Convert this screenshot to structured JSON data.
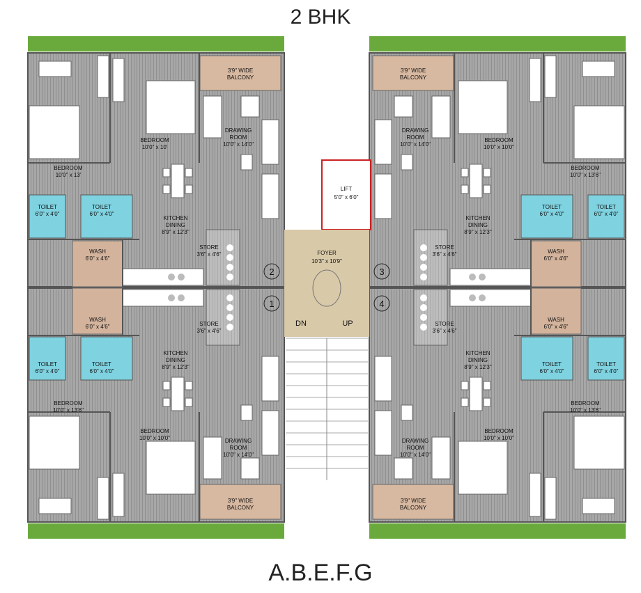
{
  "title": "2 BHK",
  "subtitle": "A.B.E.F.G",
  "units": [
    {
      "number": "2",
      "rooms": {
        "bedroom_master": {
          "name": "BEDROOM",
          "size": "10'0\" x 13'"
        },
        "bedroom": {
          "name": "BEDROOM",
          "size": "10'0\" x 10'"
        },
        "drawing": {
          "name": "DRAWING",
          "name2": "ROOM",
          "size": "10'0\" x 14'0\""
        },
        "balcony": {
          "name": "3'9\" WIDE",
          "name2": "BALCONY"
        },
        "toilet_a": {
          "name": "TOILET",
          "size": "6'0\" x 4'0\""
        },
        "toilet_b": {
          "name": "TOILET",
          "size": "6'0\" x 4'0\""
        },
        "kitchen": {
          "name": "KITCHEN",
          "name2": "DINING",
          "size": "8'9\" x 12'3\""
        },
        "store": {
          "name": "STORE",
          "size": "3'6\" x 4'6\""
        },
        "wash": {
          "name": "WASH",
          "size": "6'0\" x 4'6\""
        }
      }
    },
    {
      "number": "1",
      "rooms": {
        "bedroom_master": {
          "name": "BEDROOM",
          "size": "10'0\" x 13'6\""
        },
        "bedroom": {
          "name": "BEDROOM",
          "size": "10'0\" x 10'0\""
        },
        "drawing": {
          "name": "DRAWING",
          "name2": "ROOM",
          "size": "10'0\" x 14'0\""
        },
        "balcony": {
          "name": "3'9\" WIDE",
          "name2": "BALCONY"
        },
        "toilet_a": {
          "name": "TOILET",
          "size": "6'0\" x 4'0\""
        },
        "toilet_b": {
          "name": "TOILET",
          "size": "6'0\" x 4'0\""
        },
        "kitchen": {
          "name": "KITCHEN",
          "name2": "DINING",
          "size": "8'9\" x 12'3\""
        },
        "store": {
          "name": "STORE",
          "size": "3'6\" x 4'6\""
        },
        "wash": {
          "name": "WASH",
          "size": "6'0\" x 4'6\""
        }
      }
    },
    {
      "number": "3",
      "rooms": {
        "bedroom_master": {
          "name": "BEDROOM",
          "size": "10'0\" x 13'6\""
        },
        "bedroom": {
          "name": "BEDROOM",
          "size": "10'0\" x 10'0\""
        },
        "drawing": {
          "name": "DRAWING",
          "name2": "ROOM",
          "size": "10'0\" x 14'0\""
        },
        "balcony": {
          "name": "3'9\" WIDE",
          "name2": "BALCONY"
        },
        "toilet_a": {
          "name": "TOILET",
          "size": "6'0\" x 4'0\""
        },
        "toilet_b": {
          "name": "TOILET",
          "size": "6'0\" x 4'0\""
        },
        "kitchen": {
          "name": "KITCHEN",
          "name2": "DINING",
          "size": "8'9\" x 12'3\""
        },
        "store": {
          "name": "STORE",
          "size": "3'6\" x 4'6\""
        },
        "wash": {
          "name": "WASH",
          "size": "6'0\" x 4'6\""
        }
      }
    },
    {
      "number": "4",
      "rooms": {
        "bedroom_master": {
          "name": "BEDROOM",
          "size": "10'0\" x 13'6\""
        },
        "bedroom": {
          "name": "BEDROOM",
          "size": "10'0\" x 10'0\""
        },
        "drawing": {
          "name": "DRAWING",
          "name2": "ROOM",
          "size": "10'0\" x 14'0\""
        },
        "balcony": {
          "name": "3'9\" WIDE",
          "name2": "BALCONY"
        },
        "toilet_a": {
          "name": "TOILET",
          "size": "6'0\" x 4'0\""
        },
        "toilet_b": {
          "name": "TOILET",
          "size": "6'0\" x 4'0\""
        },
        "kitchen": {
          "name": "KITCHEN",
          "name2": "DINING",
          "size": "8'9\" x 12'3\""
        },
        "store": {
          "name": "STORE",
          "size": "3'6\" x 4'6\""
        },
        "wash": {
          "name": "WASH",
          "size": "6'0\" x 4'6\""
        }
      }
    }
  ],
  "core": {
    "lift": {
      "name": "LIFT",
      "size": "5'0\" x 6'0\""
    },
    "foyer": {
      "name": "FOYER",
      "size": "10'3\" x 10'9\""
    },
    "stair_down": "DN",
    "stair_up": "UP"
  },
  "colors": {
    "floor": "#a4a4a4",
    "wall": "#555555",
    "garden": "#6aaa3c",
    "balcony": "#d7b8a0",
    "wash": "#d3b39c",
    "toilet": "#7fd2e0",
    "foyer": "#d8c9a9",
    "furniture": "#ffffff",
    "lift_outline": "#cc2222"
  }
}
